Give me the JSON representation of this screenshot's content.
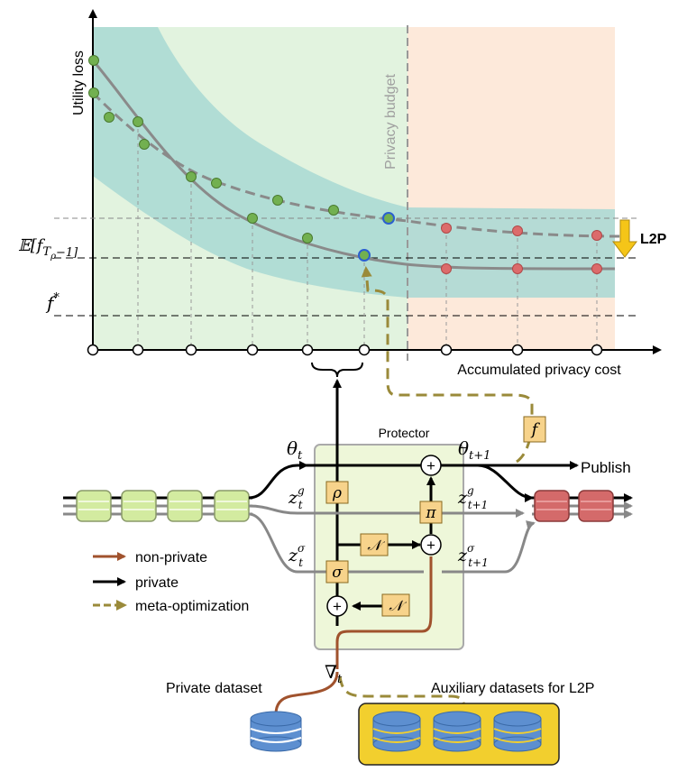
{
  "chart": {
    "y_label": "Utility loss",
    "x_label": "Accumulated privacy cost",
    "budget_label": "Privacy budget",
    "expect_label": "𝔼[f",
    "expect_sub": "T",
    "expect_subsub": "ρ",
    "expect_tail": "−1]",
    "fstar_label": "f",
    "fstar_sup": "*",
    "l2p_label": "L2P"
  },
  "diagram": {
    "protector_label": "Protector",
    "theta_t": "θ",
    "theta_t_sub": "t",
    "theta_next": "θ",
    "theta_next_sub": "t+1",
    "publish_label": "Publish",
    "z_g": "z",
    "z_g_sup": "g",
    "z_g_sub": "t",
    "z_g_next_sup": "g",
    "z_g_next_sub": "t+1",
    "z_s_sup": "σ",
    "z_s_sub": "t",
    "z_s_next_sup": "σ",
    "z_s_next_sub": "t+1",
    "rho": "ρ",
    "pi": "π",
    "sigma": "σ",
    "noise": "𝒩",
    "plus": "+",
    "f_box": "f",
    "nabla": "∇",
    "nabla_sub": "t",
    "private_dataset": "Private dataset",
    "aux_datasets": "Auxiliary datasets for L2P"
  },
  "legend": [
    {
      "label": "non-private",
      "color": "#a0522d",
      "style": "solid"
    },
    {
      "label": "private",
      "color": "#000000",
      "style": "solid"
    },
    {
      "label": "meta-optimization",
      "color": "#9a8a3a",
      "style": "dashed"
    }
  ],
  "colors": {
    "green_region": "#e2f3df",
    "orange_region": "#fde9da",
    "teal_band": "#a8d8d3",
    "green_point": "#72b050",
    "red_point": "#dc6b6b",
    "curve": "#8a8a8a",
    "box_fill": "#f7d38b",
    "protector_fill": "#eef7d9",
    "aux_fill": "#f2cf2e",
    "db_fill": "#5d8fd0",
    "l2p_arrow": "#f5c518"
  }
}
